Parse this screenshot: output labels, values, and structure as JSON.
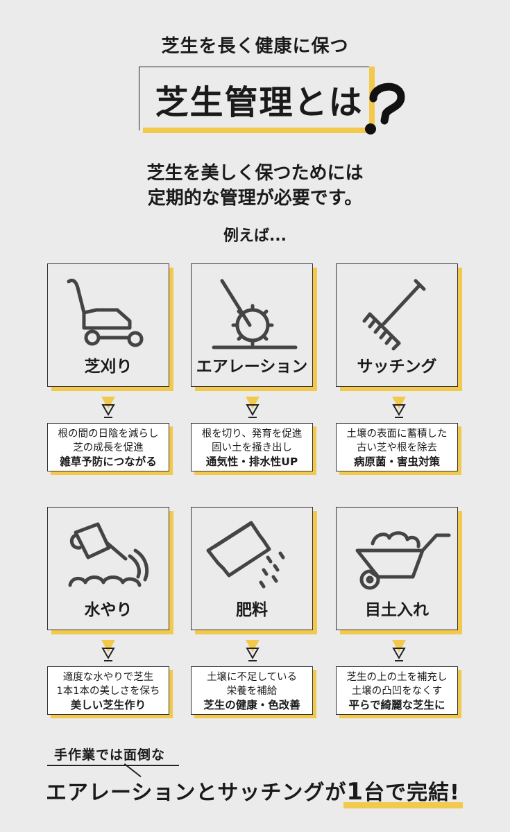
{
  "header": {
    "subtitle": "芝生を長く健康に保つ",
    "title": "芝生管理とは"
  },
  "intro": {
    "line1": "芝生を美しく保つためには",
    "line2": "定期的な管理が必要です。"
  },
  "example_label": "例えば...",
  "items": [
    {
      "label": "芝刈り",
      "icon": "lawn-mower-icon",
      "desc": [
        "根の間の日陰を減らし",
        "芝の成長を促進",
        "雑草予防につながる"
      ]
    },
    {
      "label": "エアレーション",
      "icon": "aeration-roller-icon",
      "desc": [
        "根を切り、発育を促進",
        "固い土を掻き出し",
        "通気性・排水性UP"
      ]
    },
    {
      "label": "サッチング",
      "icon": "rake-icon",
      "desc": [
        "土壌の表面に蓄積した",
        "古い芝や根を除去",
        "病原菌・害虫対策"
      ]
    },
    {
      "label": "水やり",
      "icon": "watering-can-icon",
      "desc": [
        "適度な水やりで芝生",
        "1本1本の美しさを保ち",
        "美しい芝生作り"
      ]
    },
    {
      "label": "肥料",
      "icon": "fertilizer-bag-icon",
      "desc": [
        "土壌に不足している",
        "栄養を補給",
        "芝生の健康・色改善"
      ]
    },
    {
      "label": "目土入れ",
      "icon": "wheelbarrow-icon",
      "desc": [
        "芝生の上の土を補充し",
        "土壌の凸凹をなくす",
        "平らで綺麗な芝生に"
      ]
    }
  ],
  "footer": {
    "small": "手作業では面倒な",
    "big_pre": "エアレーションとサッチングが",
    "big_num": "1",
    "big_unit": "台で完結",
    "big_excl": "!"
  },
  "colors": {
    "accent": "#f2c94c",
    "background": "#ebebeb",
    "text": "#1a1a1a"
  }
}
